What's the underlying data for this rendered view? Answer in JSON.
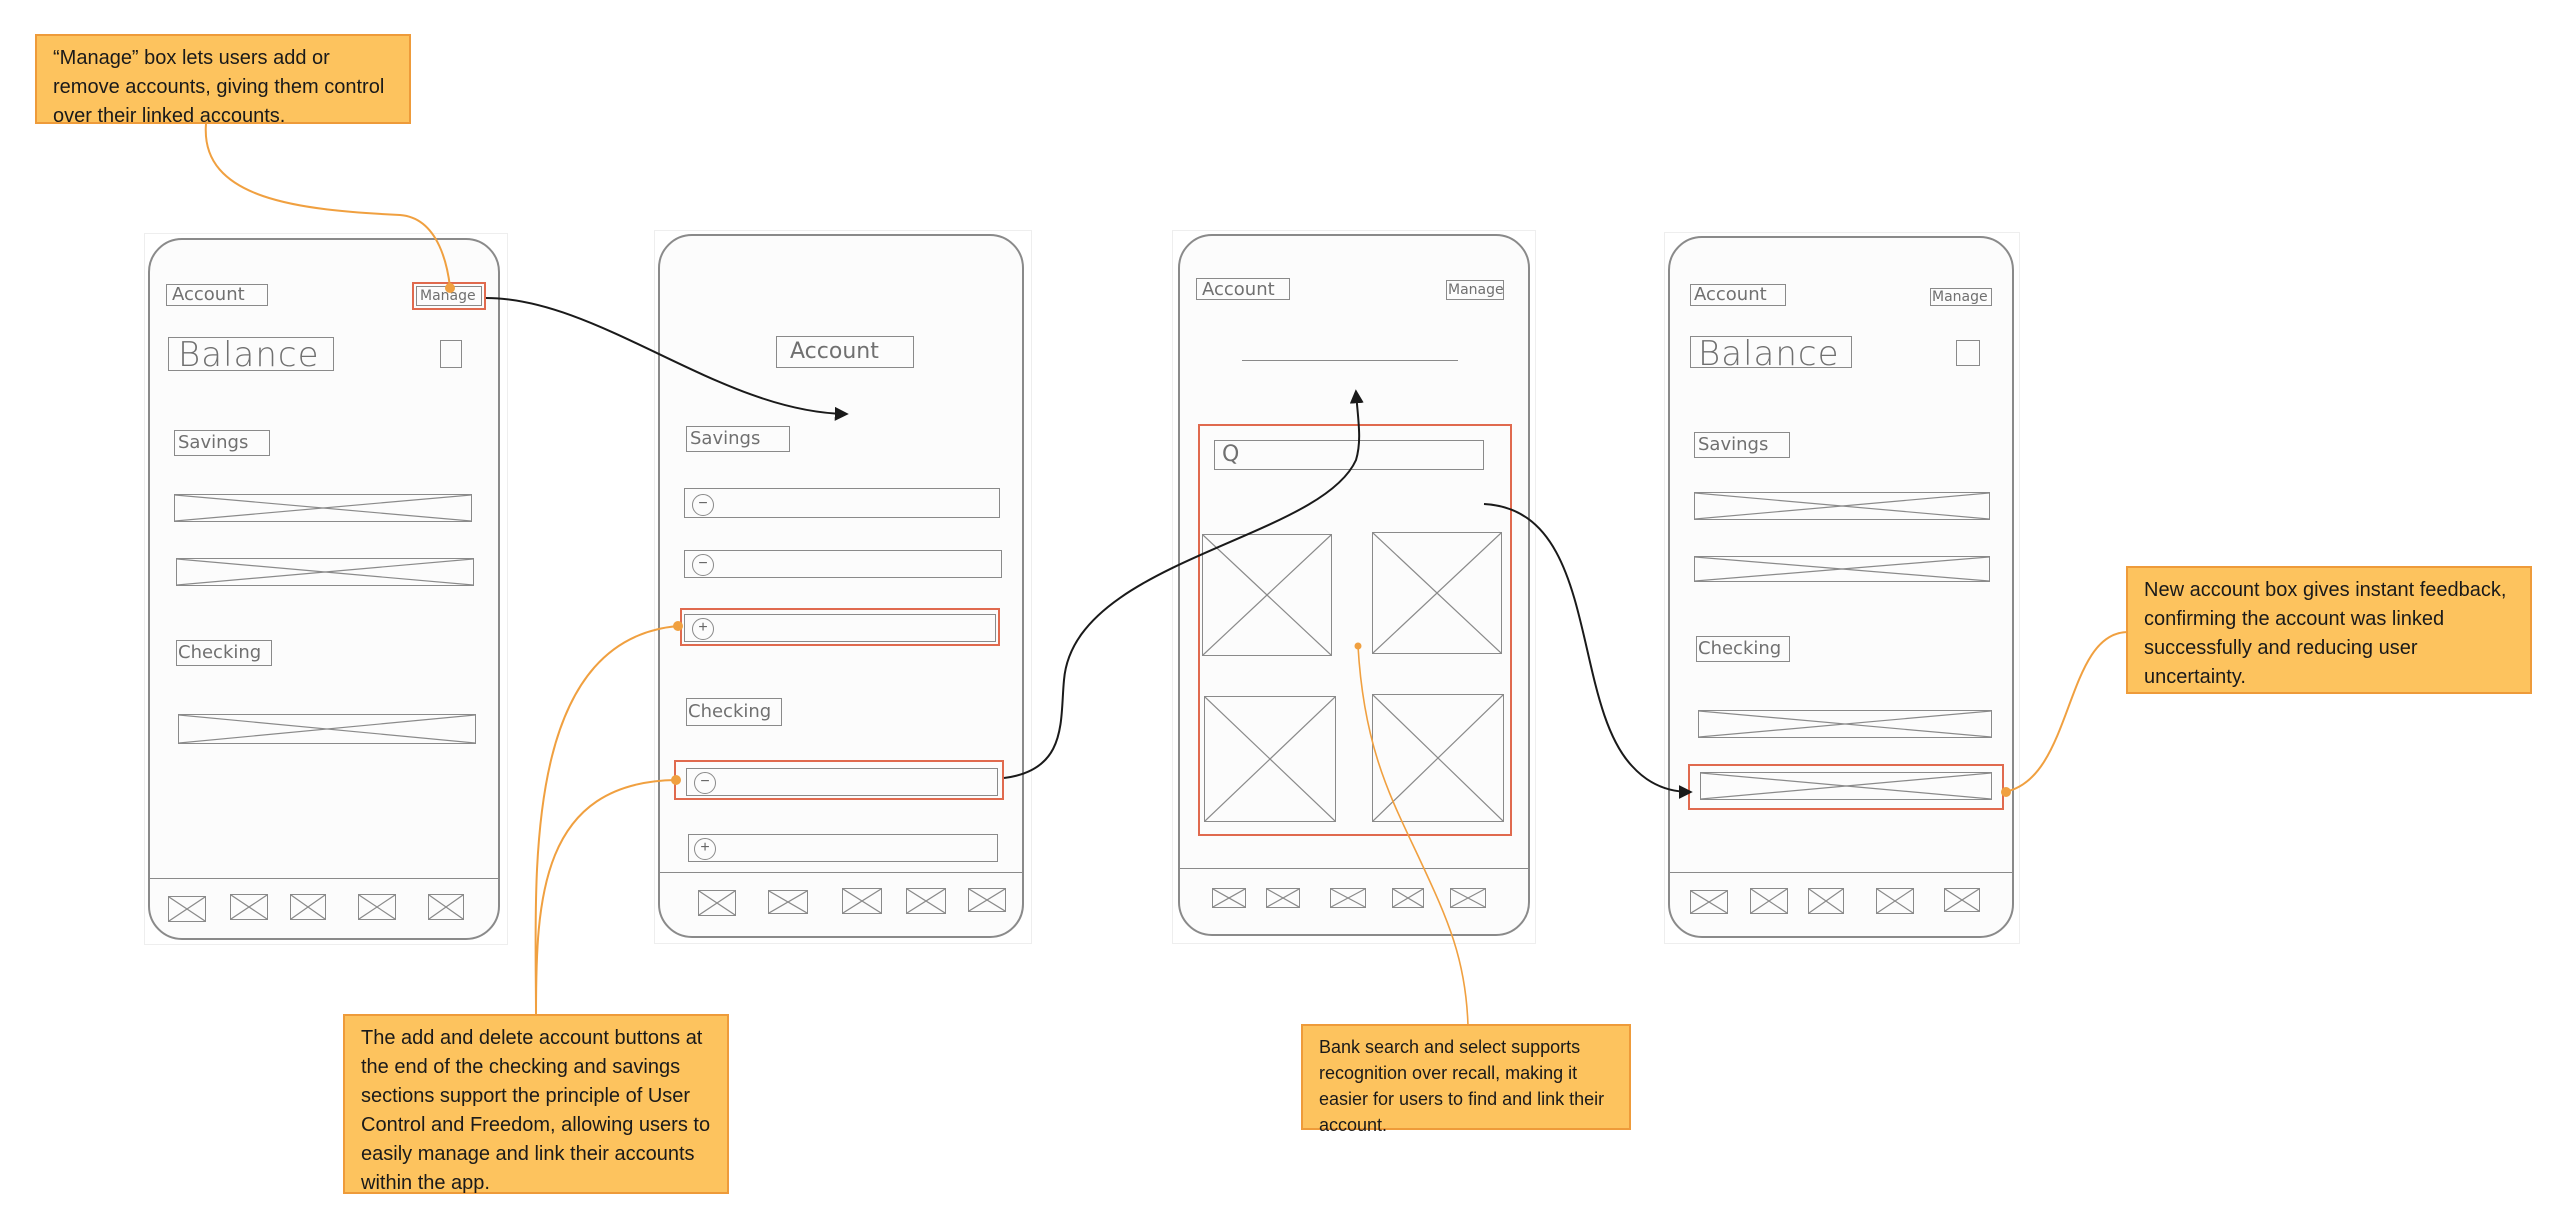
{
  "screens": {
    "s1": {
      "account_label": "Account",
      "manage_label": "Manage",
      "balance_label": "Balance",
      "savings_label": "Savings",
      "checking_label": "Checking",
      "menu_icon": "menu-icon"
    },
    "s2": {
      "title": "Account",
      "savings_label": "Savings",
      "checking_label": "Checking",
      "minus": "−",
      "plus": "+"
    },
    "s3": {
      "account_label": "Account",
      "manage_label": "Manage",
      "search_glyph": "Q"
    },
    "s4": {
      "account_label": "Account",
      "manage_label": "Manage",
      "balance_label": "Balance",
      "savings_label": "Savings",
      "checking_label": "Checking"
    }
  },
  "notes": {
    "manage": "“Manage” box lets users add or remove accounts, giving them control over their linked accounts.",
    "add_delete": "The add and delete account buttons at the end of the checking and savings sections support the principle of User Control and Freedom, allowing users to easily manage and link their accounts within the app.",
    "bank_search": "Bank search and select supports recognition over recall, making it easier for users to find and link their account.",
    "new_account": "New account box gives instant feedback, confirming the account was linked successfully and reducing user uncertainty."
  },
  "colors": {
    "note_fill": "#fdc35e",
    "note_border": "#ee9b3a",
    "highlight": "#e06a4e",
    "sketch": "#8a8a8a",
    "orange_connector": "#f0a040",
    "black_connector": "#1a1a1a"
  }
}
